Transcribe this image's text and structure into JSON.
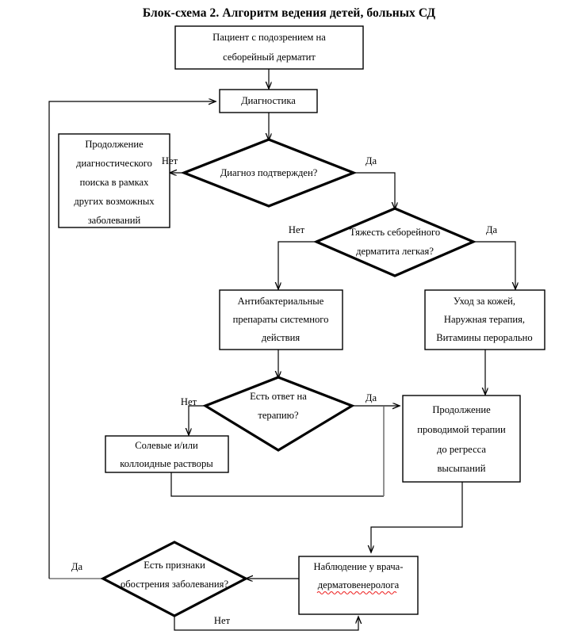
{
  "title": "Блок-схема 2. Алгоритм ведения детей, больных СД",
  "nodes": {
    "start": {
      "lines": [
        "Пациент с подозрением на",
        "себорейный дерматит"
      ],
      "shape": "box"
    },
    "diagnostics": {
      "lines": [
        "Диагностика"
      ],
      "shape": "box"
    },
    "other_search": {
      "lines": [
        "Продолжение",
        "диагностического",
        "поиска в рамках",
        "других возможных",
        "заболеваний"
      ],
      "shape": "box"
    },
    "d_confirmed": {
      "lines": [
        "Диагноз подтвержден?"
      ],
      "shape": "diamond"
    },
    "d_severity": {
      "lines": [
        "Тяжесть себорейного",
        "дерматита легкая?"
      ],
      "shape": "diamond"
    },
    "antibacterial": {
      "lines": [
        "Антибактериальные",
        "препараты системного",
        "действия"
      ],
      "shape": "box"
    },
    "skin_care": {
      "lines": [
        "Уход за кожей,",
        "Наружная терапия,",
        "Витамины перорально"
      ],
      "shape": "box"
    },
    "d_response": {
      "lines": [
        "Есть ответ на",
        "терапию?"
      ],
      "shape": "diamond"
    },
    "solutions": {
      "lines": [
        "Солевые и/или",
        "коллоидные растворы"
      ],
      "shape": "box"
    },
    "continue_therapy": {
      "lines": [
        "Продолжение",
        "проводимой терапии",
        "до регресса",
        "высыпаний"
      ],
      "shape": "box"
    },
    "d_relapse": {
      "lines": [
        "Есть признаки",
        "обострения заболевания?"
      ],
      "shape": "diamond"
    },
    "observation": {
      "lines": [
        "Наблюдение у врача-",
        "дерматовенеролога"
      ],
      "shape": "box",
      "misspelled_line": 1
    }
  },
  "edge_labels": {
    "confirmed_no": "Нет",
    "confirmed_yes": "Да",
    "severity_no": "Нет",
    "severity_yes": "Да",
    "response_no": "Нет",
    "response_yes": "Да",
    "relapse_yes": "Да",
    "relapse_no": "Нет"
  },
  "colors": {
    "stroke": "#000000",
    "grey_stroke": "#777777",
    "background": "#ffffff",
    "spellcheck_underline": "#ee2222"
  }
}
